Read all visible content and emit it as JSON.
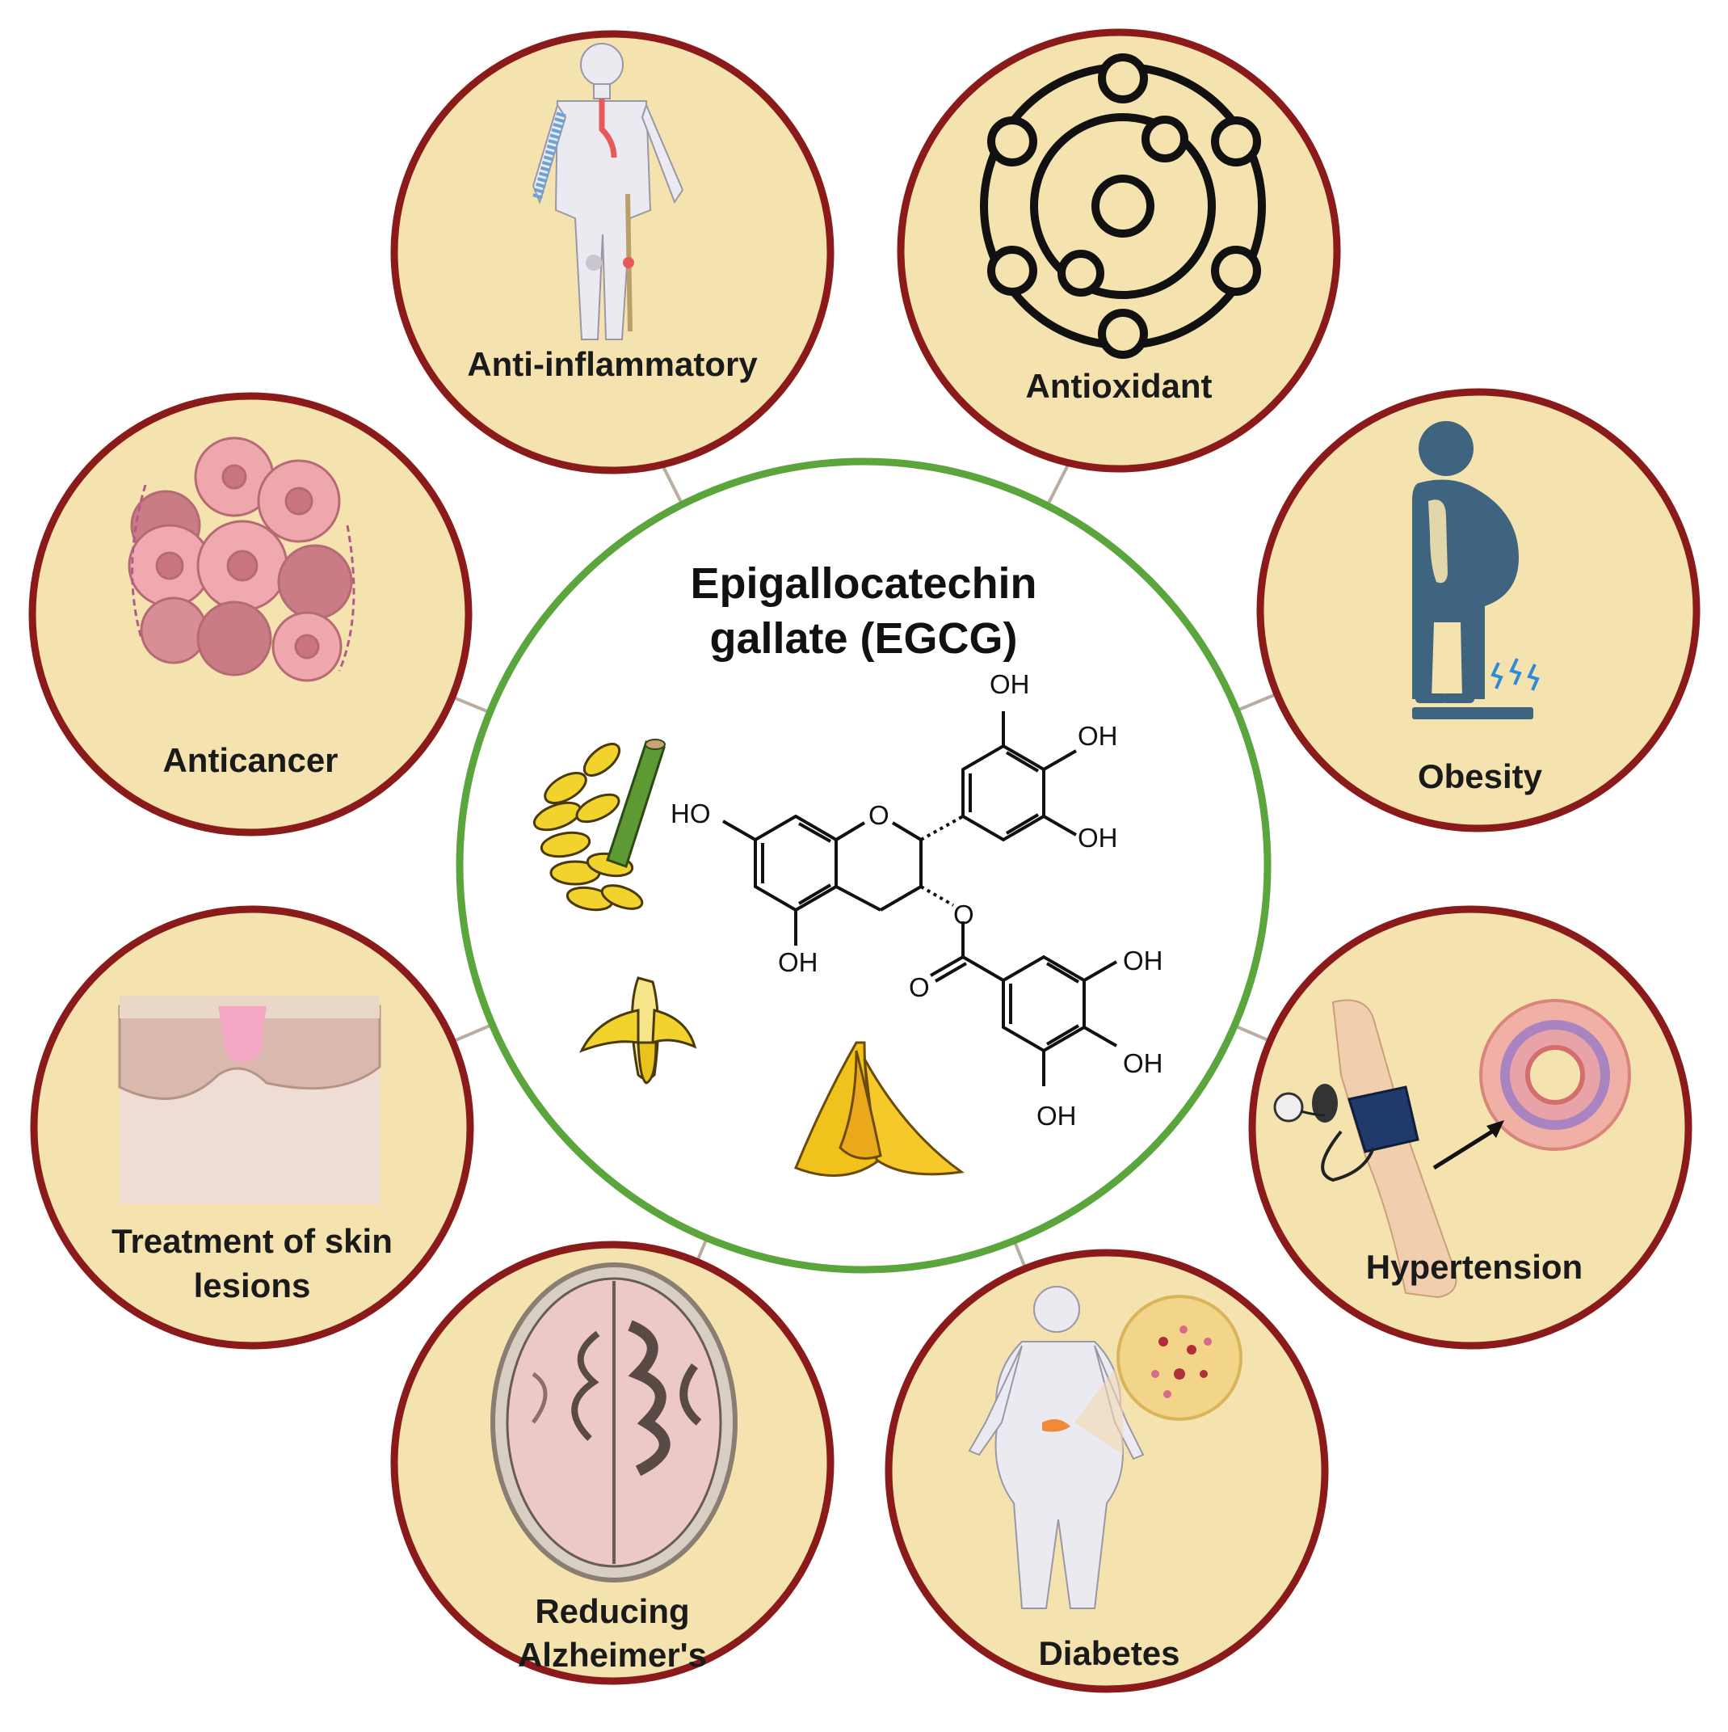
{
  "title": {
    "line1": "Epigallocatechin",
    "line2": "gallate (EGCG)"
  },
  "molecule_labels": {
    "oh_top": "OH",
    "oh_upper_right": "OH",
    "oh_mid_right": "OH",
    "ho_left": "HO",
    "ring_o": "O",
    "ester_o": "O",
    "carbonyl_o": "O",
    "oh_bottom_left": "OH",
    "oh_gallate_1": "OH",
    "oh_gallate_2": "OH",
    "oh_gallate_3": "OH"
  },
  "benefits": {
    "anti_inflammatory": "Anti-inflammatory",
    "antioxidant": "Antioxidant",
    "obesity": "Obesity",
    "anticancer": "Anticancer",
    "hypertension": "Hypertension",
    "skin_line1": "Treatment of skin",
    "skin_line2": "lesions",
    "alz_line1": "Reducing",
    "alz_line2": "Alzheimer's",
    "diabetes": "Diabetes"
  },
  "colors": {
    "circle_fill": "#f4e3ae",
    "circle_border": "#8b1a1a",
    "center_border": "#5aa53c",
    "connector": "#b9ada2"
  }
}
